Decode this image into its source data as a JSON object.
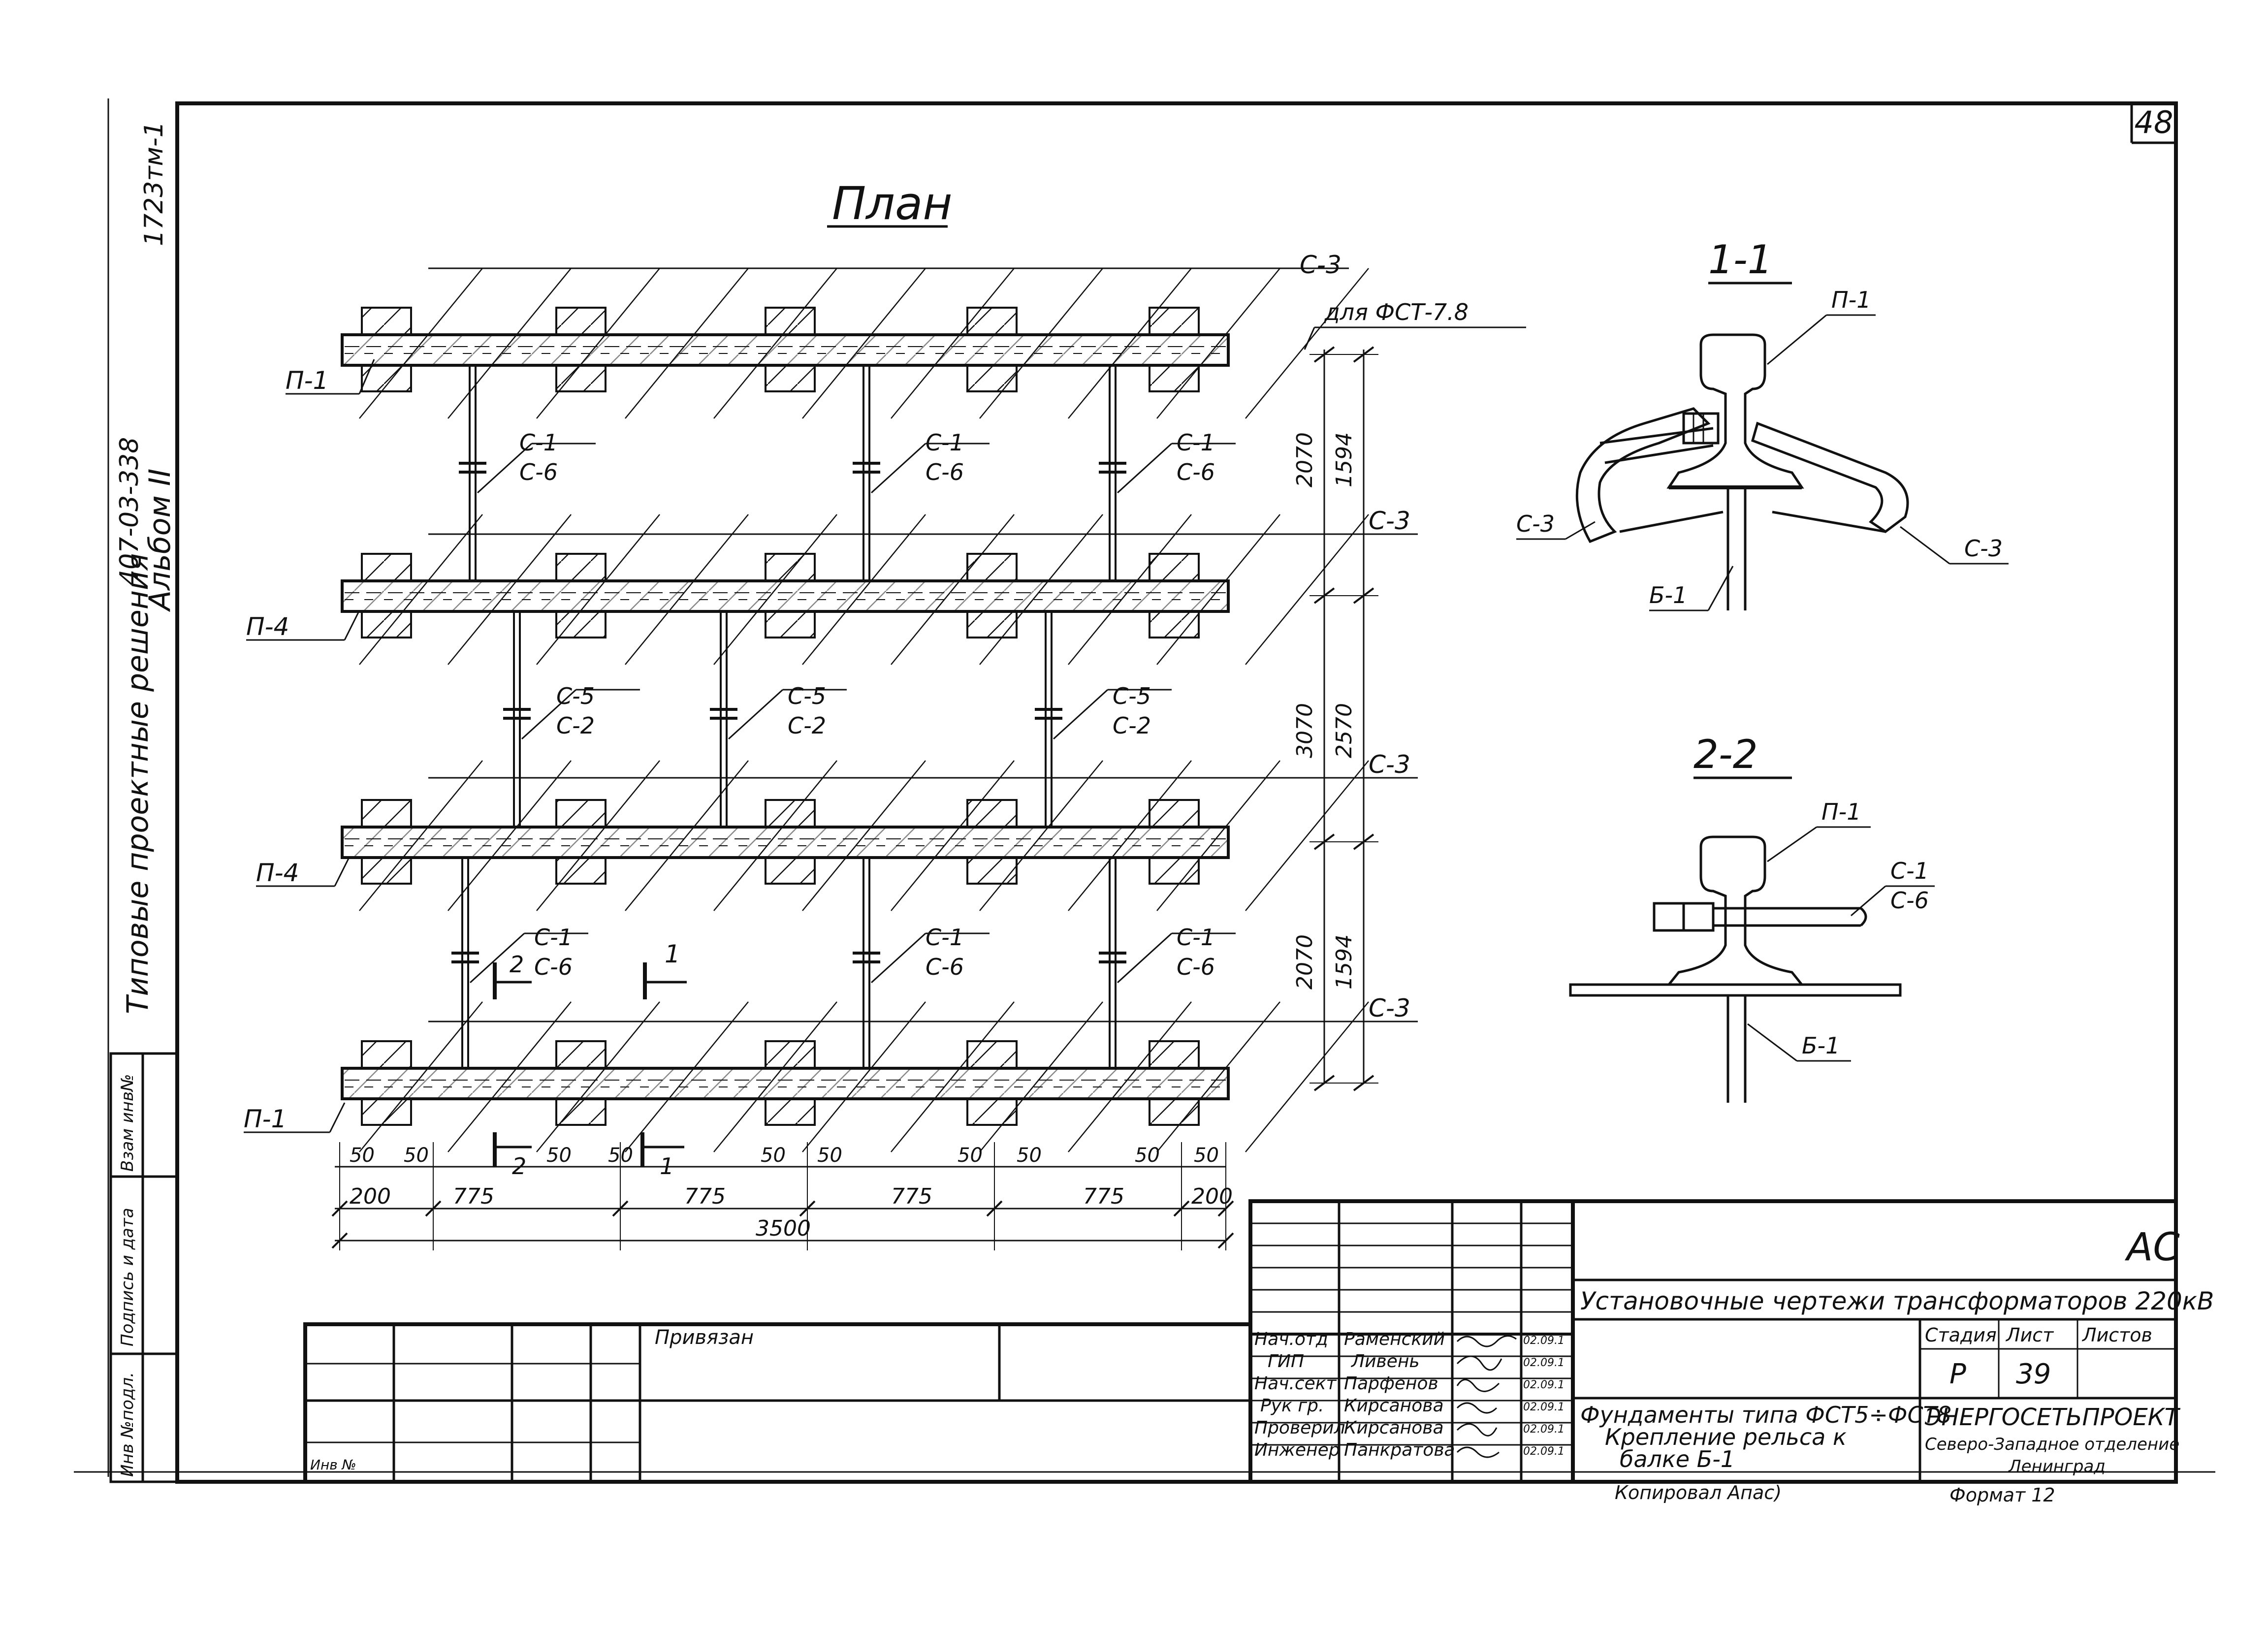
{
  "page_number": "48",
  "plan_title": "План",
  "section_1_title": "1-1",
  "section_2_title": "2-2",
  "side_stamp": {
    "series_code": "1723тм-1",
    "project_number": "407-03-338",
    "album": "Альбом II",
    "collection": "Типовые проектные решения"
  },
  "left_strip": {
    "inv_podl": "Инв №подл.",
    "podpis_data": "Подпись и дата",
    "vzam_inv": "Взам инв№"
  },
  "plan": {
    "rail_labels": [
      "П-1",
      "П-4",
      "П-4",
      "П-1"
    ],
    "tie_labels": [
      "С-3",
      "С-3",
      "С-3",
      "С-3"
    ],
    "note_fst": "для ФСТ-7.8",
    "bracket_row1": [
      {
        "top": "С-1",
        "bottom": "С-6"
      },
      {
        "top": "С-1",
        "bottom": "С-6"
      },
      {
        "top": "С-1",
        "bottom": "С-6"
      }
    ],
    "bracket_row2": [
      {
        "top": "С-5",
        "bottom": "С-2"
      },
      {
        "top": "С-5",
        "bottom": "С-2"
      },
      {
        "top": "С-5",
        "bottom": "С-2"
      }
    ],
    "bracket_row3": [
      {
        "top": "С-1",
        "bottom": "С-6"
      },
      {
        "top": "С-1",
        "bottom": "С-6"
      },
      {
        "top": "С-1",
        "bottom": "С-6"
      }
    ],
    "dims_vertical_outer": [
      "2070",
      "3070",
      "2070"
    ],
    "dims_vertical_inner": [
      "1594",
      "2570",
      "1594"
    ],
    "dims_bottom_small": [
      "50",
      "50",
      "50",
      "50",
      "50",
      "50",
      "50",
      "50",
      "50",
      "50"
    ],
    "dims_bottom": [
      "200",
      "775",
      "775",
      "775",
      "775",
      "200"
    ],
    "dim_total": "3500",
    "cut_mark_1": "1",
    "cut_mark_2": "2"
  },
  "section_1": {
    "rail": "П-1",
    "clip_left": "С-3",
    "clip_right": "С-3",
    "beam": "Б-1"
  },
  "section_2": {
    "rail": "П-1",
    "bolt_top": "С-1",
    "bolt_bottom": "С-6",
    "beam": "Б-1"
  },
  "title_block": {
    "sheet_code": "АС",
    "project_title": "Установочные чертежи трансформаторов 220кВ",
    "privyazan": "Привязан",
    "inv_no": "Инв №",
    "roles": [
      "Нач.отд",
      "ГИП",
      "Нач.сект",
      "Рук гр.",
      "Проверил",
      "Инженер"
    ],
    "names": [
      "Раменский",
      "Ливень",
      "Парфенов",
      "Кирсанова",
      "Кирсанова",
      "Панкратова"
    ],
    "dates": [
      "02.09.1",
      "02.09.1",
      "02.09.1",
      "02.09.1",
      "02.09.1",
      "02.09.1"
    ],
    "stage_header": "Стадия",
    "sheet_header": "Лист",
    "sheets_header": "Листов",
    "stage": "Р",
    "sheet": "39",
    "drawing_title_1": "Фундаменты типа ФСТ5÷ФСТ8",
    "drawing_title_2": "Крепление рельса к",
    "drawing_title_3": "балке Б-1",
    "org_1": "ЭНЕРГОСЕТЬПРОЕКТ",
    "org_2": "Северо-Западное отделение",
    "org_3": "Ленинград",
    "copied": "Копировал Апас)",
    "format": "Формат 12"
  }
}
